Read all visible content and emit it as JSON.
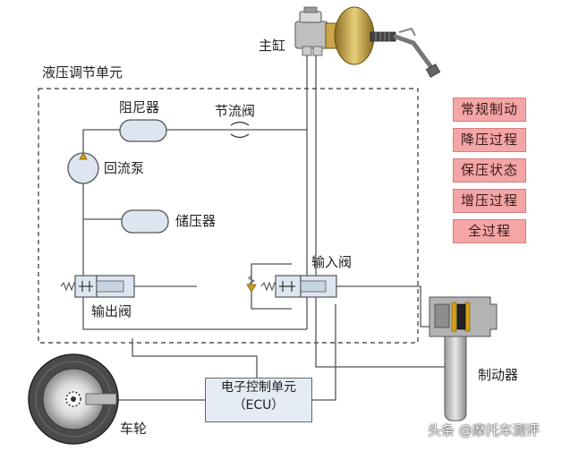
{
  "labels": {
    "master_cylinder": "主缸",
    "hydraulic_unit": "液压调节单元",
    "damper": "阻尼器",
    "throttle_valve": "节流阀",
    "return_pump": "回流泵",
    "accumulator": "储压器",
    "inlet_valve": "输入阀",
    "outlet_valve": "输出阀",
    "brake": "制动器",
    "wheel": "车轮",
    "ecu_line1": "电子控制单元",
    "ecu_line2": "（ECU）"
  },
  "buttons": [
    "常规制动",
    "降压过程",
    "保压状态",
    "增压过程",
    "全过程"
  ],
  "watermark": "头条 @摩托车测评",
  "colors": {
    "button_fill": "#f4a5a5",
    "component_fill": "#dde6f0",
    "ecu_fill": "#e4ebf3",
    "line": "#555555",
    "booster_gold": "#c9a64a"
  }
}
